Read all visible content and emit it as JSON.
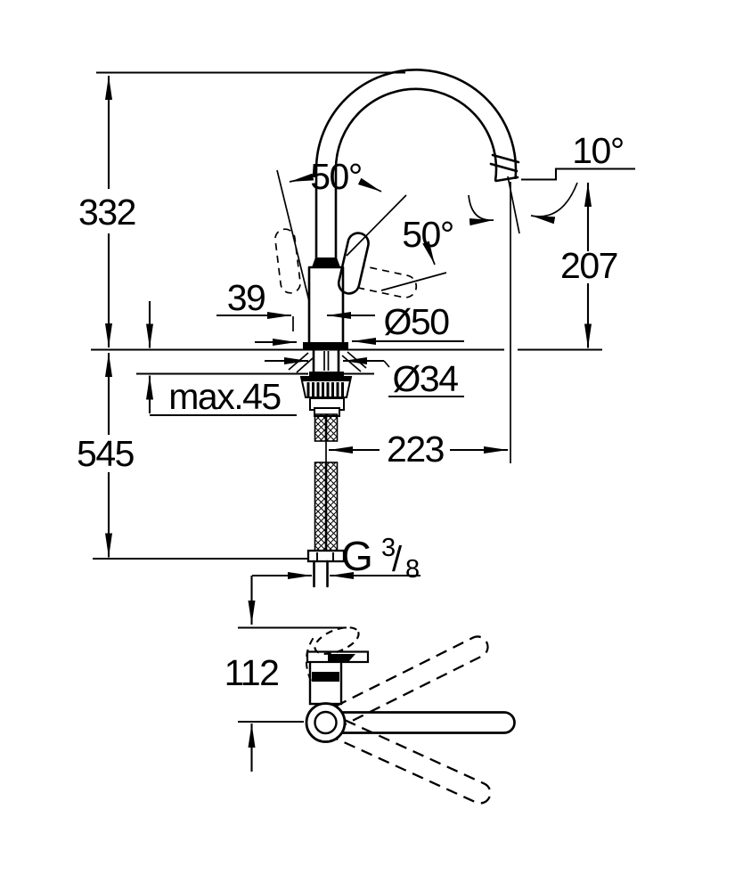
{
  "labels": {
    "height_above_deck": "332",
    "height_below_deck": "545",
    "max_deck_thickness": "max.45",
    "handle_front_offset": "39",
    "base_diameter": "Ø50",
    "shank_diameter": "Ø34",
    "spout_reach": "223",
    "outlet_height": "207",
    "outlet_angle": "10°",
    "lever_angle_upper": "50°",
    "lever_angle_lower": "50°",
    "plan_height": "112",
    "thread_g": "G",
    "thread_numerator": "3",
    "thread_slash": "/",
    "thread_denominator": "8"
  },
  "colors": {
    "line": "#000000",
    "background": "#ffffff"
  }
}
